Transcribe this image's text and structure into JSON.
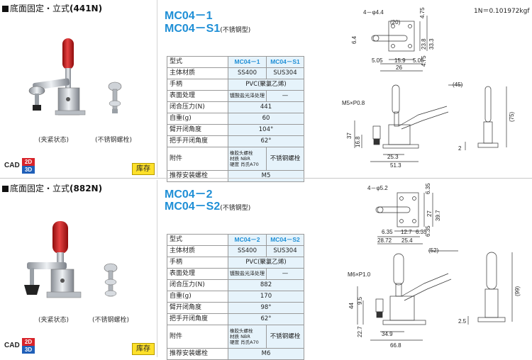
{
  "unit_note": "1N＝0.101972kgf",
  "sections": [
    {
      "header_prefix": "底面固定・立式",
      "header_force": "(441N)",
      "caption_clamped": "(夹紧状态)",
      "caption_bolt": "(不锈钢螺栓)",
      "cad_label": "CAD",
      "cad_2d": "2D",
      "cad_3d": "3D",
      "stock_label": "库存",
      "title_line1": "MC04－1",
      "title_line2": "MC04－S1",
      "title_line2_sub": "(不锈钢型)",
      "table": {
        "model_label": "型式",
        "model_a": "MC04－1",
        "model_b": "MC04－S1",
        "material_label": "主体材质",
        "material_a": "SS400",
        "material_b": "SUS304",
        "handle_label": "手柄",
        "handle": "PVC(聚氯乙烯)",
        "finish_label": "表面处理",
        "finish_a": "镀酸盐光泽处理",
        "finish_b": "—",
        "force_label": "闭合压力(N)",
        "force": "441",
        "weight_label": "自重(g)",
        "weight": "60",
        "arm_label": "臂开闭角度",
        "arm": "104°",
        "handle_angle_label": "把手开闭角度",
        "handle_angle": "62°",
        "acc_label": "附件",
        "acc_a1": "橡胶头螺栓",
        "acc_a2": "材质 NBR",
        "acc_a3": "硬度 肖氏A70",
        "acc_b": "不锈钢螺栓",
        "bolt_label": "推荐安装螺栓",
        "bolt": "M5"
      },
      "dims": {
        "hole": "4－φ4.4",
        "d20": "(20)",
        "d4_75a": "4.75",
        "d23_8": "23.8",
        "d33_3": "33.3",
        "d4_75b": "4.75",
        "d6_4": "6.4",
        "d5_05a": "5.05",
        "d15_9": "15.9",
        "d5_05b": "5.05",
        "d26": "26",
        "d45": "(45)",
        "d75": "(75)",
        "thread": "M5×P0.8",
        "d37": "37",
        "d16_8": "16.8",
        "d25_3": "25.3",
        "d51_3": "51.3",
        "d2": "2"
      }
    },
    {
      "header_prefix": "底面固定・立式",
      "header_force": "(882N)",
      "caption_clamped": "(夹紧状态)",
      "caption_bolt": "(不锈钢螺栓)",
      "cad_label": "CAD",
      "cad_2d": "2D",
      "cad_3d": "3D",
      "stock_label": "库存",
      "title_line1": "MC04－2",
      "title_line2": "MC04－S2",
      "title_line2_sub": "(不锈钢型)",
      "table": {
        "model_label": "型式",
        "model_a": "MC04－2",
        "model_b": "MC04－S2",
        "material_label": "主体材质",
        "material_a": "SS400",
        "material_b": "SUS304",
        "handle_label": "手柄",
        "handle": "PVC(聚氯乙烯)",
        "finish_label": "表面处理",
        "finish_a": "镀酸盐光泽处理",
        "finish_b": "—",
        "force_label": "闭合压力(N)",
        "force": "882",
        "weight_label": "自重(g)",
        "weight": "170",
        "arm_label": "臂开闭角度",
        "arm": "98°",
        "handle_angle_label": "把手开闭角度",
        "handle_angle": "62°",
        "acc_label": "附件",
        "acc_a1": "橡胶头螺栓",
        "acc_a2": "材质 NBR",
        "acc_a3": "硬度 肖氏A70",
        "acc_b": "不锈钢螺栓",
        "bolt_label": "推荐安装螺栓",
        "bolt": "M6"
      },
      "dims": {
        "hole": "4－φ5.2",
        "d6_35a": "6.35",
        "d27": "27",
        "d39_7": "39.7",
        "d6_35b": "6.35",
        "d6_35c": "6.35",
        "d12_7": "12.7",
        "d6_35d": "6.35",
        "d28_72": "28.72",
        "d25_4": "25.4",
        "d52": "(52)",
        "d99": "(99)",
        "thread": "M6×P1.0",
        "d44": "44",
        "d9_5": "9.5",
        "d22_7": "22.7",
        "d34_9": "34.9",
        "d66_8": "66.8",
        "d2_5": "2.5"
      }
    }
  ]
}
